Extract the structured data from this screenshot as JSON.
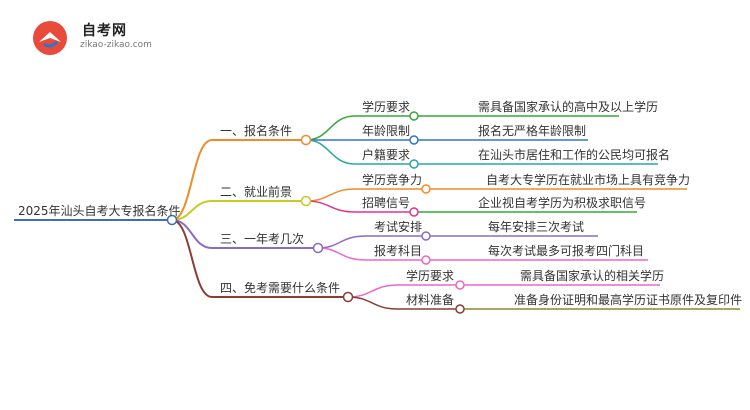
{
  "brand": {
    "name": "自考网",
    "url": "zikao-zikao.com"
  },
  "colors": {
    "root": "#3d6fb6",
    "branch1": "#f08c28",
    "branch2": "#c8c826",
    "branch3": "#8a6acb",
    "branch4": "#8a3d33",
    "leaf_orange": "#f08c28",
    "leaf_green": "#38a838",
    "leaf_blue": "#2e76c8",
    "leaf_teal": "#2aa6a6",
    "leaf_purple": "#8a6acb",
    "leaf_pink": "#e0358f",
    "leaf_magenta": "#e868c8",
    "leaf_olive": "#8a8a2a"
  },
  "mindmap": {
    "root": "2025年汕头自考大专报名条件",
    "branches": [
      {
        "label": "一、报名条件",
        "children": [
          {
            "label": "学历要求",
            "detail": "需具备国家承认的高中及以上学历"
          },
          {
            "label": "年龄限制",
            "detail": "报名无严格年龄限制"
          },
          {
            "label": "户籍要求",
            "detail": "在汕头市居住和工作的公民均可报名"
          }
        ]
      },
      {
        "label": "二、就业前景",
        "children": [
          {
            "label": "学历竞争力",
            "detail": "自考大专学历在就业市场上具有竞争力"
          },
          {
            "label": "招聘信号",
            "detail": "企业视自考学历为积极求职信号"
          }
        ]
      },
      {
        "label": "三、一年考几次",
        "children": [
          {
            "label": "考试安排",
            "detail": "每年安排三次考试"
          },
          {
            "label": "报考科目",
            "detail": "每次考试最多可报考四门科目"
          }
        ]
      },
      {
        "label": "四、免考需要什么条件",
        "children": [
          {
            "label": "学历要求",
            "detail": "需具备国家承认的相关学历"
          },
          {
            "label": "材料准备",
            "detail": "准备身份证明和最高学历证书原件及复印件"
          }
        ]
      }
    ]
  }
}
